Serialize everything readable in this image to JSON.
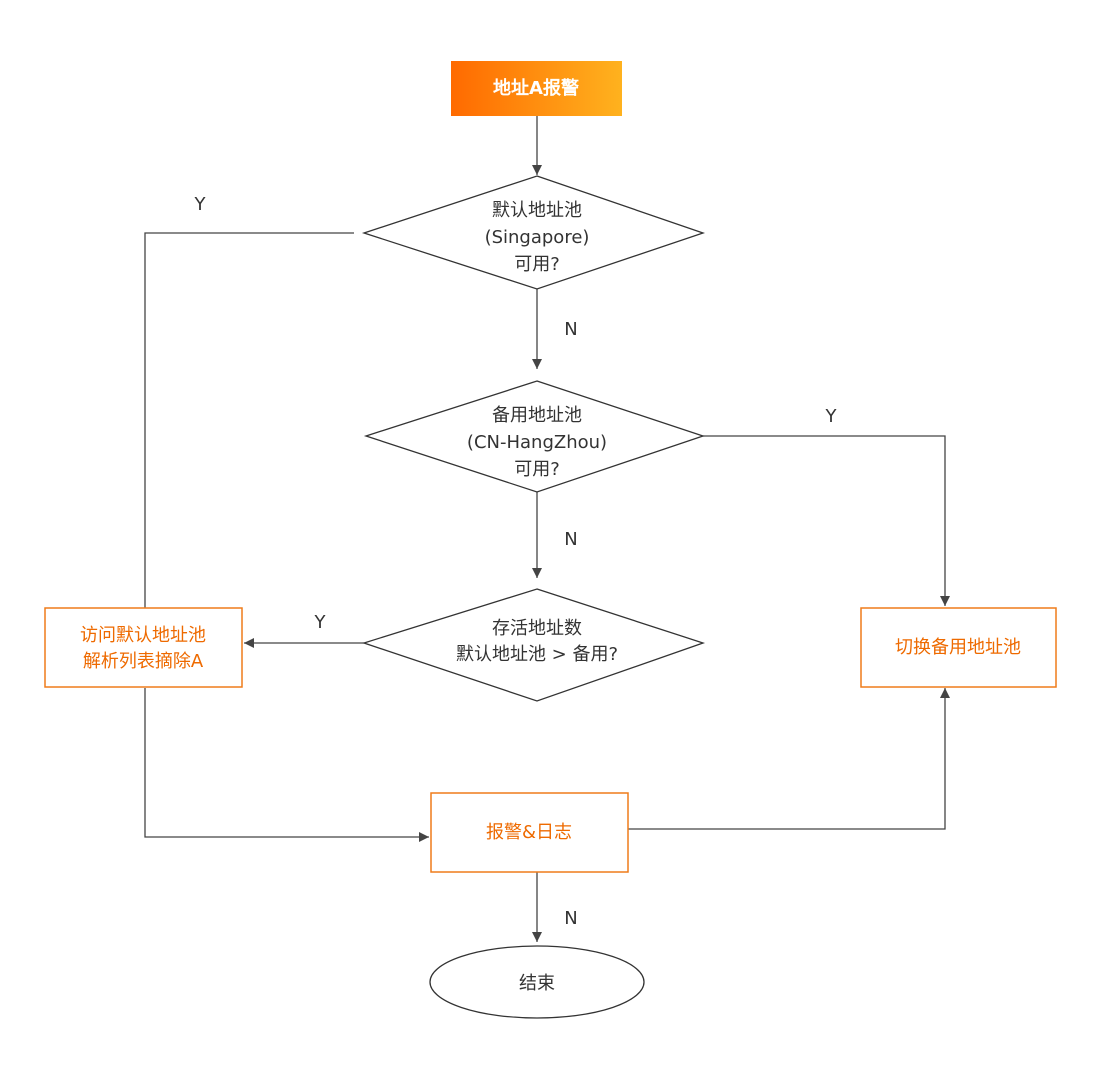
{
  "colors": {
    "start_gradient_from": "#ff6a00",
    "start_gradient_to": "#ffb21e",
    "action_border": "#ef7c1a",
    "action_text": "#ee6a00",
    "line": "#444444"
  },
  "nodes": {
    "start": {
      "label": "地址A报警"
    },
    "decision_default": {
      "line1": "默认地址池",
      "line2": "(Singapore)",
      "line3": "可用?"
    },
    "decision_backup": {
      "line1": "备用地址池",
      "line2": "(CN-HangZhou)",
      "line3": "可用?"
    },
    "decision_count": {
      "line1": "存活地址数",
      "line2": "默认地址池 > 备用?"
    },
    "action_remove": {
      "line1": "访问默认地址池",
      "line2": "解析列表摘除A"
    },
    "action_switch": {
      "label": "切换备用地址池"
    },
    "action_alert": {
      "label": "报警&日志"
    },
    "end": {
      "label": "结束"
    }
  },
  "edge_labels": {
    "default_yes": "Y",
    "default_no": "N",
    "backup_yes": "Y",
    "backup_no": "N",
    "count_yes": "Y",
    "alert_no": "N"
  }
}
